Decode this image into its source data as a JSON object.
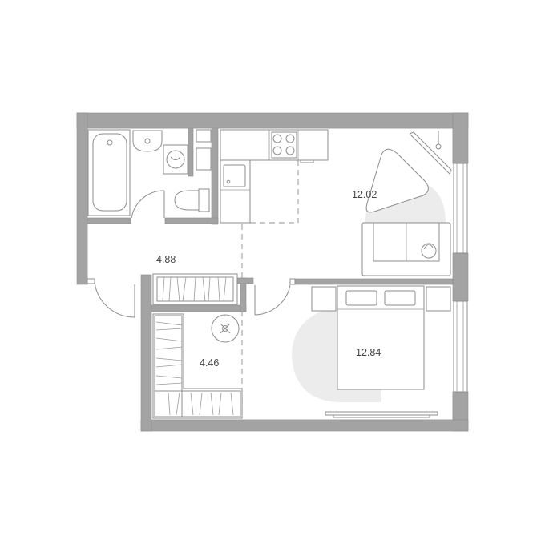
{
  "rooms": [
    {
      "id": "kitchen-living",
      "area": "12.02"
    },
    {
      "id": "hallway",
      "area": "4.88"
    },
    {
      "id": "wardrobe",
      "area": "4.46"
    },
    {
      "id": "bedroom",
      "area": "12.84"
    }
  ],
  "colors": {
    "wall": "#a3a3a3",
    "fixture_line": "#8d8d8d",
    "zone": "#ececec",
    "label": "#444444"
  }
}
